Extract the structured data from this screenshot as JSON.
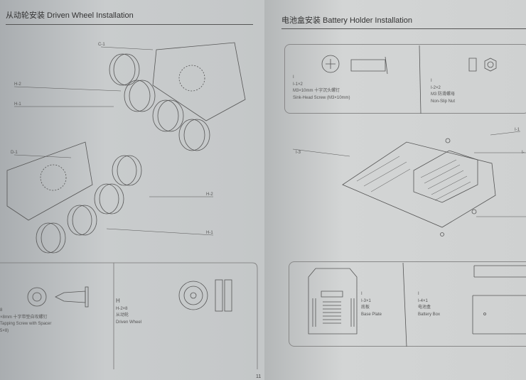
{
  "left_page": {
    "title": "从动轮安装  Driven Wheel Installation",
    "callouts": [
      "C-1",
      "H-2",
      "H-1",
      "D-1",
      "H-2",
      "H-1"
    ],
    "parts": [
      {
        "lines": [
          "8",
          "×8mm 十字带垫自攻螺钉",
          "Tapping Screw with Spacer",
          "5×8)"
        ]
      },
      {
        "lines": [
          "H",
          "H-2×8",
          "从动轮",
          "Driven Wheel"
        ]
      }
    ],
    "page_number": "11"
  },
  "right_page": {
    "title": "电池盒安装  Battery Holder Installation",
    "callouts": [
      "I-1",
      "I-3",
      "I-"
    ],
    "parts": [
      {
        "lines": [
          "I",
          "I-1×2",
          "M3×10mm 十字沉头螺钉",
          "Sink-Head Screw (M3×10mm)"
        ]
      },
      {
        "lines": [
          "I",
          "I-2×2",
          "M3 防滑螺母",
          "Non-Slip Nut"
        ]
      },
      {
        "lines": [
          "I",
          "I-3×1",
          "底板",
          "Base Plate"
        ]
      },
      {
        "lines": [
          "I",
          "I-4×1",
          "电池盒",
          "Battery Box"
        ]
      }
    ]
  }
}
